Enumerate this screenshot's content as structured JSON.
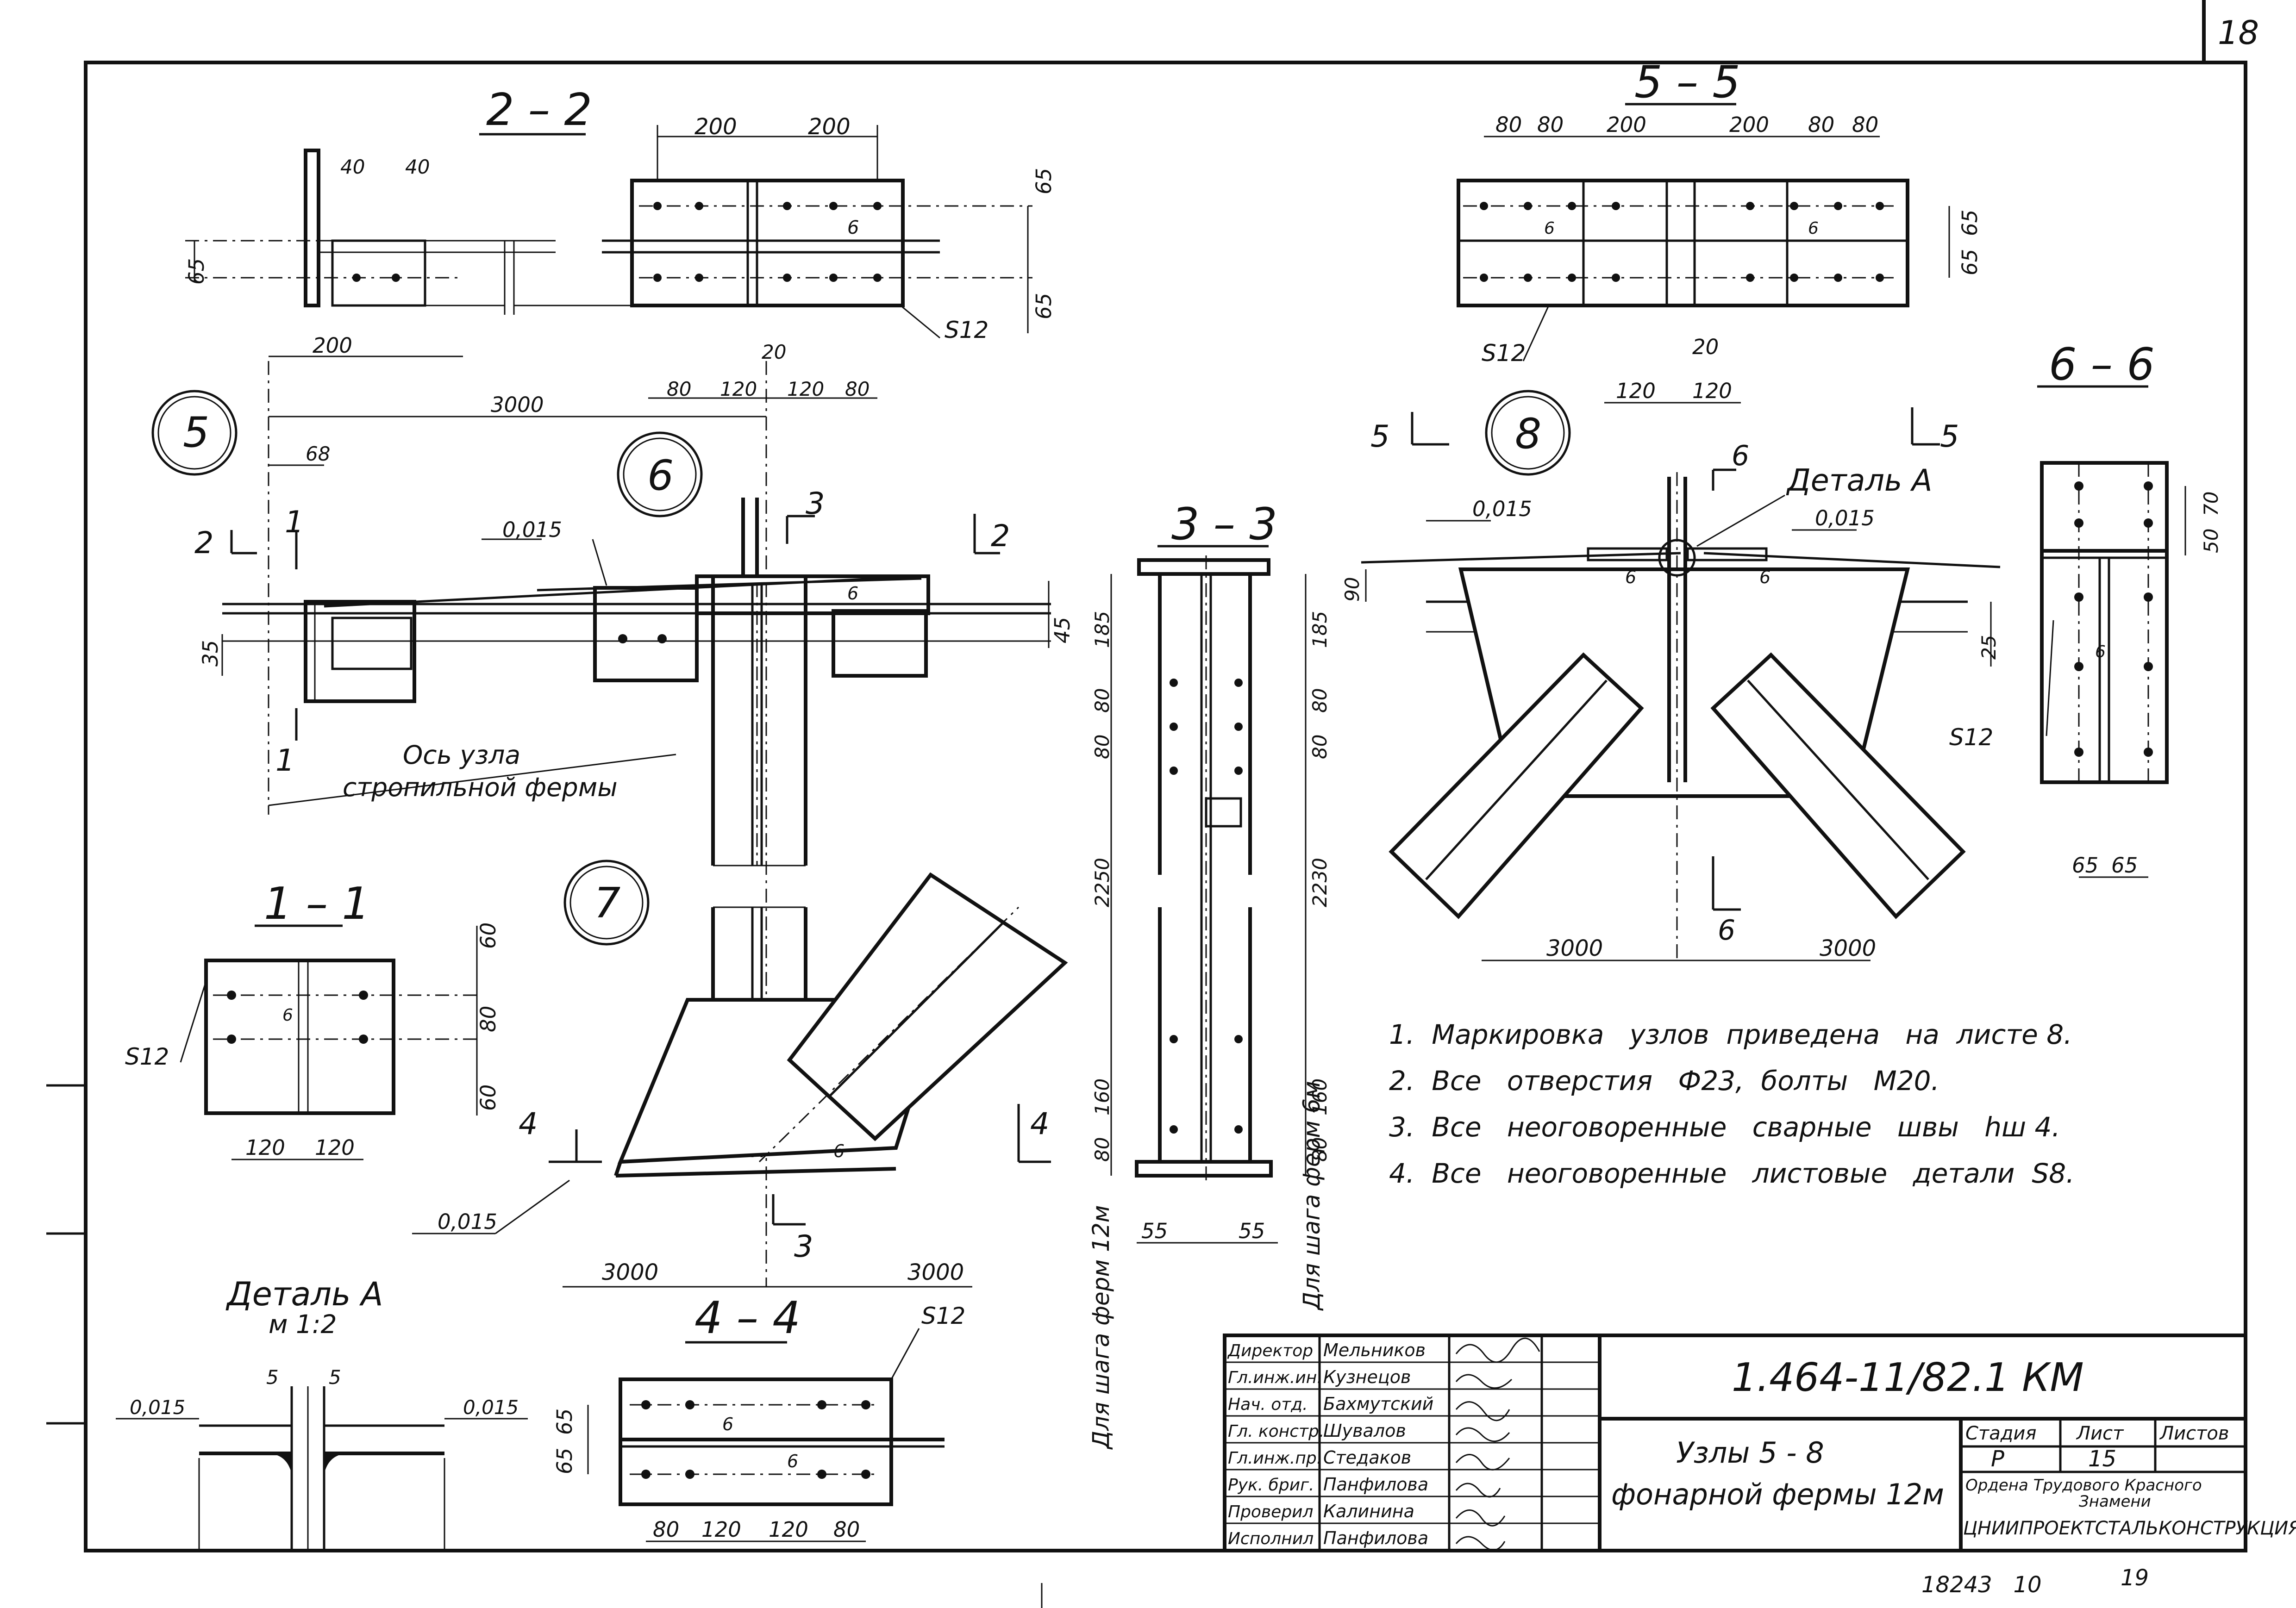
{
  "sheet_number": "18",
  "views": {
    "s22": "2 – 2",
    "s55": "5 – 5",
    "s33": "3 – 3",
    "s66": "6 – 6",
    "s11": "1 – 1",
    "s44": "4 – 4",
    "detail_a": "Деталь А",
    "detail_a_scale": "м 1:2",
    "detail_a_label": "Деталь А"
  },
  "nodes": {
    "n5": "5",
    "n6": "6",
    "n7": "7",
    "n8": "8"
  },
  "cut_marks": {
    "c1": "1",
    "c2": "2",
    "c3": "3",
    "c4": "4",
    "c5": "5",
    "c6": "6"
  },
  "axis_label_1": "Ось   узла",
  "axis_label_2": "стропильной     фермы",
  "slopes": {
    "s015a": "0,015",
    "s015b": "0,015",
    "s015c": "0,015",
    "s015d": "0,015",
    "s015e": "0,015",
    "s015f": "0,015"
  },
  "plates": {
    "s12a": "S12",
    "s12b": "S12",
    "s12c": "S12",
    "s12d": "S12",
    "s12e": "S12"
  },
  "weld": "6",
  "dims": {
    "d200a": "200",
    "d200b": "200",
    "d200c": "200",
    "d200d": "200",
    "d200e": "200",
    "d40a": "40",
    "d40b": "40",
    "d65a": "65",
    "d65b": "65",
    "d65c": "65",
    "d65d": "65",
    "d65e": "65",
    "d65f": "65",
    "d65g": "65",
    "d65h": "65",
    "d80a": "80",
    "d80b": "80",
    "d80c": "80",
    "d80d": "80",
    "d80e": "80",
    "d80f": "80",
    "d80g": "80",
    "d80h": "80",
    "d80i": "80",
    "d80j": "80",
    "d80k": "80",
    "d80l": "80",
    "d120a": "120",
    "d120b": "120",
    "d120c": "120",
    "d120d": "120",
    "d120e": "120",
    "d120f": "120",
    "d120g": "120",
    "d120h": "120",
    "d20a": "20",
    "d20b": "20",
    "d3000a": "3000",
    "d3000b": "3000",
    "d3000c": "3000",
    "d3000d": "3000",
    "d3000e": "3000",
    "d68": "68",
    "d35": "35",
    "d45": "45",
    "d25": "25",
    "d90": "90",
    "d185a": "185",
    "d185b": "185",
    "d2250": "2250",
    "d2230": "2230",
    "d160a": "160",
    "d160b": "160",
    "d55a": "55",
    "d55b": "55",
    "d60a": "60",
    "d60b": "60",
    "d70": "70",
    "d50": "50",
    "d5a": "5",
    "d5b": "5"
  },
  "pitch_labels": {
    "p12": "Для  шага  ферм 12м",
    "p6": "Для  шага  ферм 6м"
  },
  "notes": [
    "1.  Маркировка   узлов  приведена   на  листе 8.",
    "2.  Все   отверстия   Ф23,  болты   М20.",
    "3.  Все   неоговоренные   сварные   швы   hш 4.",
    "4.  Все   неоговоренные   листовые   детали  S8."
  ],
  "title_block": {
    "designation": "1.464-11/82.1 КМ",
    "title_line1": "Узлы  5 - 8",
    "title_line2": "фонарной   фермы  12м",
    "roles": [
      "Директор",
      "Гл.инж.ин.",
      "Нач. отд.",
      "Гл. констр.",
      "Гл.инж.пр.",
      "Рук. бриг.",
      "Проверил",
      "Исполнил"
    ],
    "names": [
      "Мельников",
      "Кузнецов",
      "Бахмутский",
      "Шувалов",
      "Стедаков",
      "Панфилова",
      "Калинина",
      "Панфилова"
    ],
    "stage_h": "Стадия",
    "sheet_h": "Лист",
    "sheets_h": "Листов",
    "stage": "Р",
    "sheet": "15",
    "org_line1": "Ордена   Трудового   Красного",
    "org_line2": "Знамени",
    "org_line3": "ЦНИИПРОЕКТСТАЛЬКОНСТРУКЦИЯ"
  },
  "bottom_code": "18243   10",
  "bottom_code2": "19"
}
